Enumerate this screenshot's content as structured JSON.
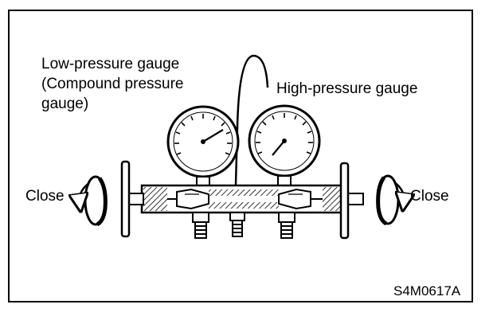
{
  "labels": {
    "low_line1": "Low-pressure gauge",
    "low_line2": "(Compound pressure",
    "low_line3": "gauge)",
    "high": "High-pressure gauge",
    "close_left": "Close",
    "close_right": "Close",
    "figure_code": "S4M0617A"
  },
  "icons": {
    "left_rotation": "counterclockwise-arrow-icon",
    "right_rotation": "clockwise-arrow-icon"
  },
  "colors": {
    "line": "#000000",
    "background": "#ffffff"
  }
}
